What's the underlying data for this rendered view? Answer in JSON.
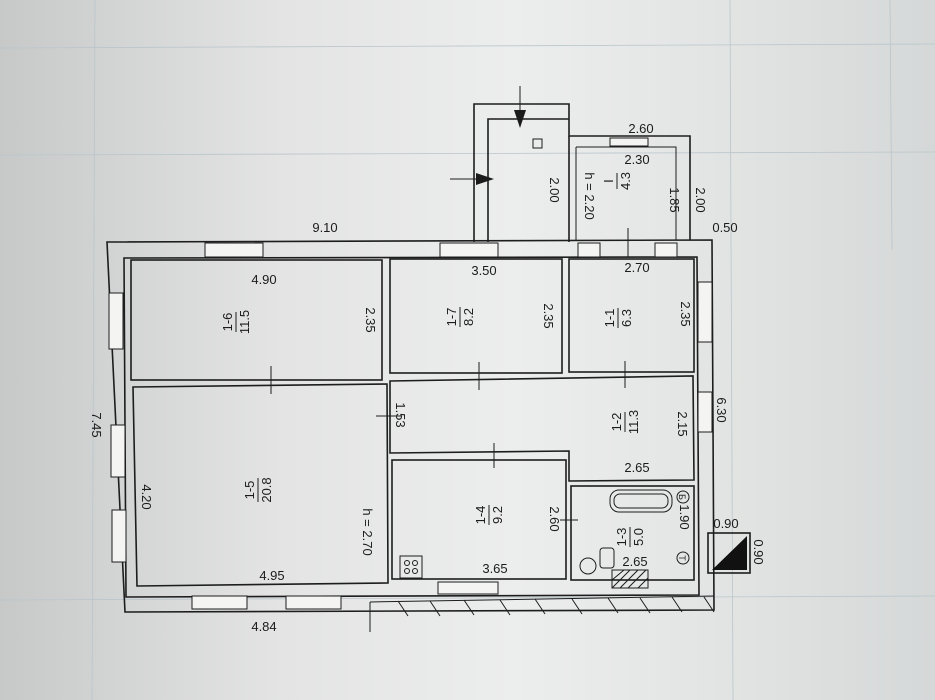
{
  "plan": {
    "rooms": [
      {
        "id": "1-6",
        "area": "11.5"
      },
      {
        "id": "1-7",
        "area": "8.2"
      },
      {
        "id": "1-1",
        "area": "6.3"
      },
      {
        "id": "1-2",
        "area": "11.3"
      },
      {
        "id": "1-5",
        "area": "20.8"
      },
      {
        "id": "1-4",
        "area": "9.2"
      },
      {
        "id": "1-3",
        "area": "5.0"
      },
      {
        "id": "I",
        "area": "4.3"
      }
    ],
    "dimensions": {
      "overall_width": "9.10",
      "overall_height": "7.45",
      "right_height": "6.30",
      "porch_offset": "0.50",
      "bottom_left": "4.84",
      "r16_width": "4.90",
      "r16_height": "2.35",
      "r17_width": "3.50",
      "r17_height": "2.35",
      "r11_width": "2.70",
      "r11_height": "2.35",
      "r12_height": "2.15",
      "r12_width": "2.65",
      "r12_left": "1.53",
      "r15_height": "4.20",
      "r15_width": "4.95",
      "ceiling_main": "h = 2.70",
      "r14_height": "2.60",
      "r14_width": "3.65",
      "r13_height": "1.90",
      "r13_width": "2.65",
      "porch_outer_width": "2.60",
      "porch_inner_width": "2.30",
      "porch_left": "2.00",
      "porch_ceiling": "h = 2.20",
      "porch_inner_height": "1.85",
      "porch_outer_height": "2.00",
      "legend_w": "0.90",
      "legend_h": "0.90"
    },
    "fixtures": {
      "bath_mark_1": "Б",
      "bath_mark_2": "Т"
    }
  }
}
